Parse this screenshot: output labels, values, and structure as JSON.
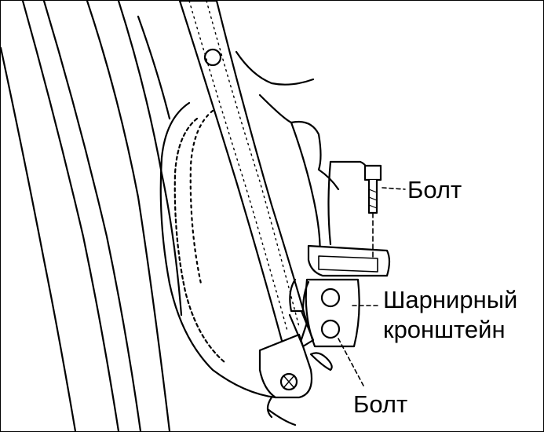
{
  "labels": {
    "bolt_top": "Болт",
    "hinge_line1": "Шарнирный",
    "hinge_line2": "кронштейн",
    "bolt_bottom": "Болт"
  },
  "colors": {
    "ink": "#000000",
    "paper": "#ffffff"
  }
}
